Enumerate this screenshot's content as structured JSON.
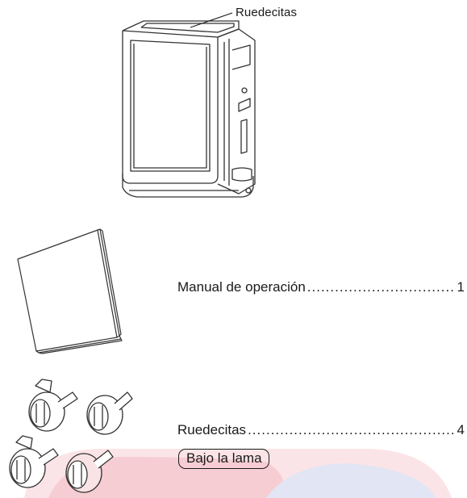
{
  "callout": {
    "label": "Ruedecitas"
  },
  "items": [
    {
      "name": "Manual de operación",
      "quantity": "1"
    },
    {
      "name": "Ruedecitas",
      "quantity": "4",
      "note": "Bajo la lama"
    }
  ],
  "colors": {
    "ink": "#1a1a1a",
    "watermark_red": "#e8394b",
    "watermark_blue": "#3b55b8",
    "watermark_light": "#f7c9cf"
  }
}
